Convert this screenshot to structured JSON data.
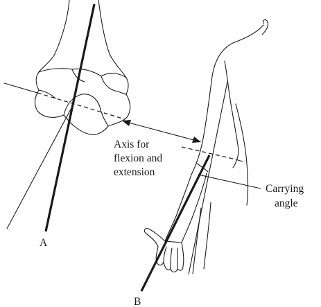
{
  "labels": {
    "axis_line1": "Axis for",
    "axis_line2": "flexion and",
    "axis_line3": "extension",
    "carrying_line1": "Carrying",
    "carrying_line2": "angle",
    "point_a": "A",
    "point_b": "B"
  }
}
